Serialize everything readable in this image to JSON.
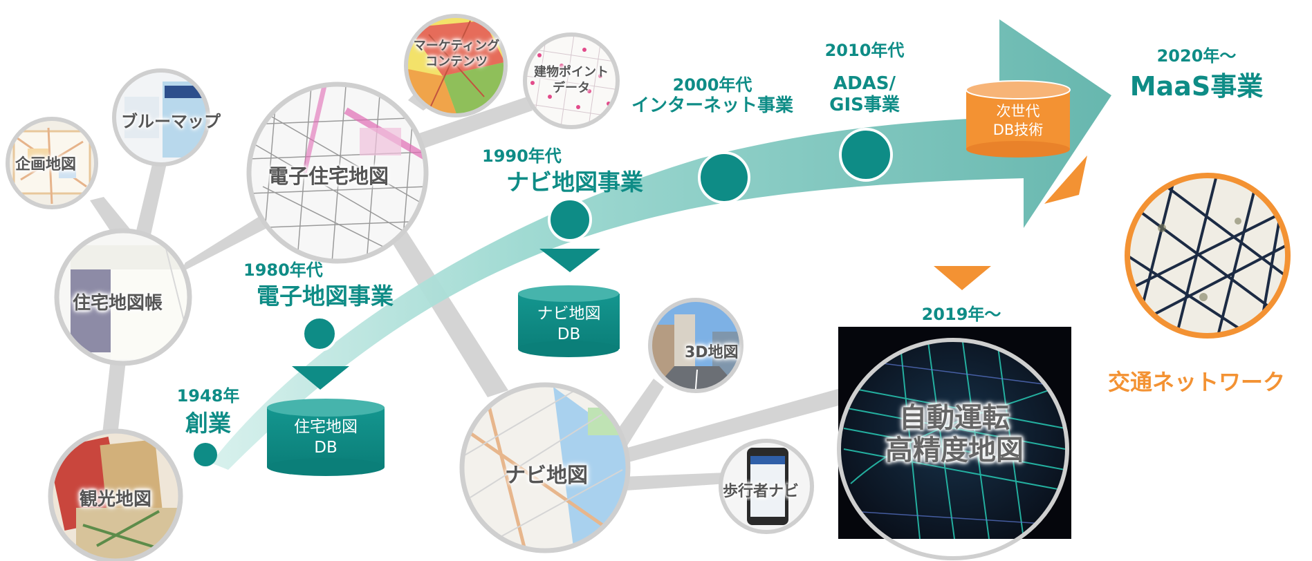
{
  "colors": {
    "teal": "#0e8c86",
    "teal_light": "#a9ded9",
    "orange": "#f39233",
    "grey_ring": "#c8c8c8",
    "connector": "#d3d3d3",
    "dark_panel": "#0a0c18"
  },
  "milestones": {
    "m1948": {
      "year": "1948年",
      "title": "創業"
    },
    "m1980": {
      "year": "1980年代",
      "title": "電子地図事業"
    },
    "m1990": {
      "year": "1990年代",
      "title": "ナビ地図事業"
    },
    "m2000": {
      "year": "2000年代",
      "title": "インターネット事業"
    },
    "m2010": {
      "year": "2010年代",
      "title_line1": "ADAS/",
      "title_line2": "GIS事業"
    },
    "m2019": {
      "year": "2019年～"
    },
    "m2020": {
      "year": "2020年～",
      "title": "MaaS事業"
    }
  },
  "databases": {
    "db_housing": {
      "line1": "住宅地図",
      "line2": "DB"
    },
    "db_navi": {
      "line1": "ナビ地図",
      "line2": "DB"
    },
    "db_next": {
      "line1": "次世代",
      "line2": "DB技術"
    }
  },
  "circles": {
    "planning_map": "企画地図",
    "blue_map": "ブルーマップ",
    "housing_atlas": "住宅地図帳",
    "tourist_map": "観光地図",
    "electronic_housing_map": "電子住宅地図",
    "marketing_line1": "マーケティング",
    "marketing_line2": "コンテンツ",
    "building_line1": "建物ポイント",
    "building_line2": "データ",
    "navi_map": "ナビ地図",
    "map_3d": "3D地図",
    "pedestrian_navi": "歩行者ナビ",
    "autonomous_line1": "自動運転",
    "autonomous_line2": "高精度地図",
    "traffic_network": "交通ネットワーク"
  },
  "icons": {
    "milestone_dot": "teal-dot-icon",
    "down_arrow": "triangle-down-icon",
    "database": "database-cylinder-icon"
  }
}
